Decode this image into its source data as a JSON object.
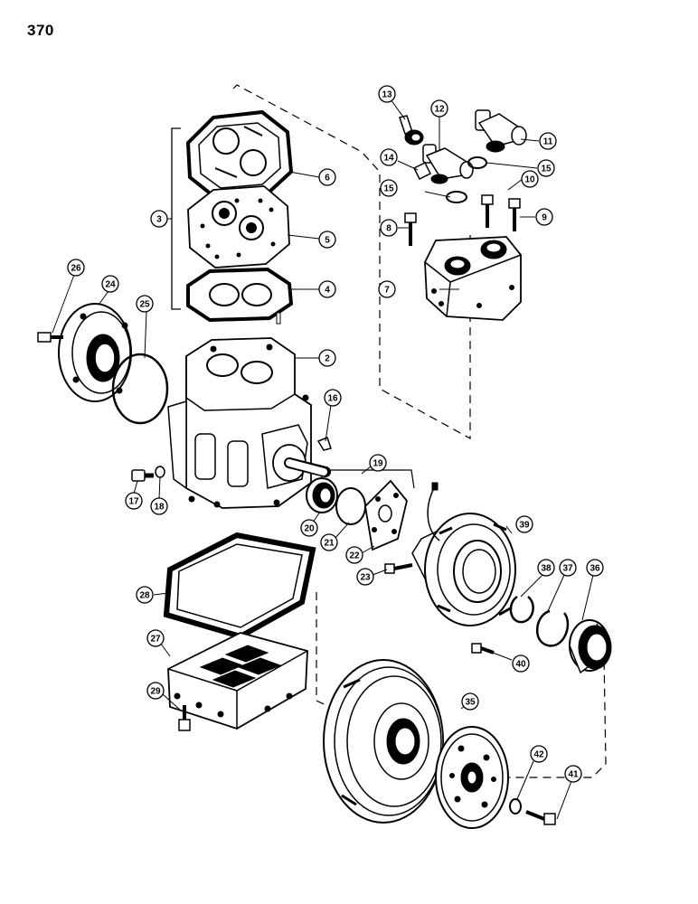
{
  "page": {
    "number": "370"
  },
  "colors": {
    "ink": "#000000",
    "paper": "#ffffff",
    "shade": "#1a1a1a"
  },
  "callouts": [
    "2",
    "3",
    "4",
    "5",
    "6",
    "7",
    "8",
    "9",
    "10",
    "11",
    "12",
    "13",
    "14",
    "15",
    "15",
    "16",
    "17",
    "18",
    "19",
    "20",
    "21",
    "22",
    "23",
    "24",
    "25",
    "26",
    "27",
    "28",
    "29",
    "35",
    "36",
    "37",
    "38",
    "39",
    "40",
    "41",
    "42"
  ]
}
